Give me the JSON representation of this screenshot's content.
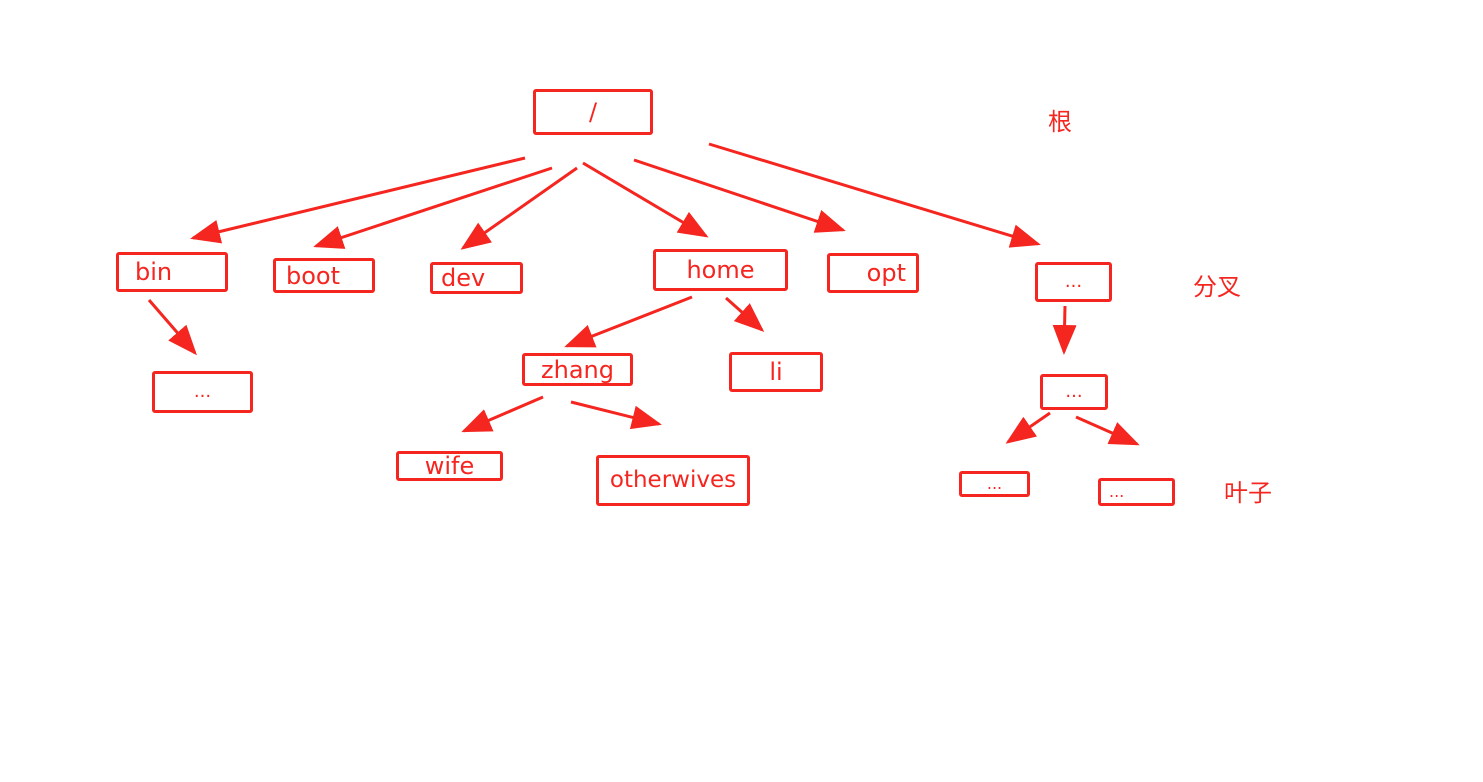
{
  "accent_color": "#f5251f",
  "nodes": {
    "root": "/",
    "bin": "bin",
    "boot": "boot",
    "dev": "dev",
    "home": "home",
    "opt": "opt",
    "more": "...",
    "bin_child": "...",
    "zhang": "zhang",
    "li": "li",
    "wife": "wife",
    "otherwives": "otherwives",
    "more_child": "...",
    "more_leaf_left": "...",
    "more_leaf_right": "..."
  },
  "annotations": {
    "root_label": "根",
    "branch_label": "分叉",
    "leaf_label": "叶子"
  }
}
